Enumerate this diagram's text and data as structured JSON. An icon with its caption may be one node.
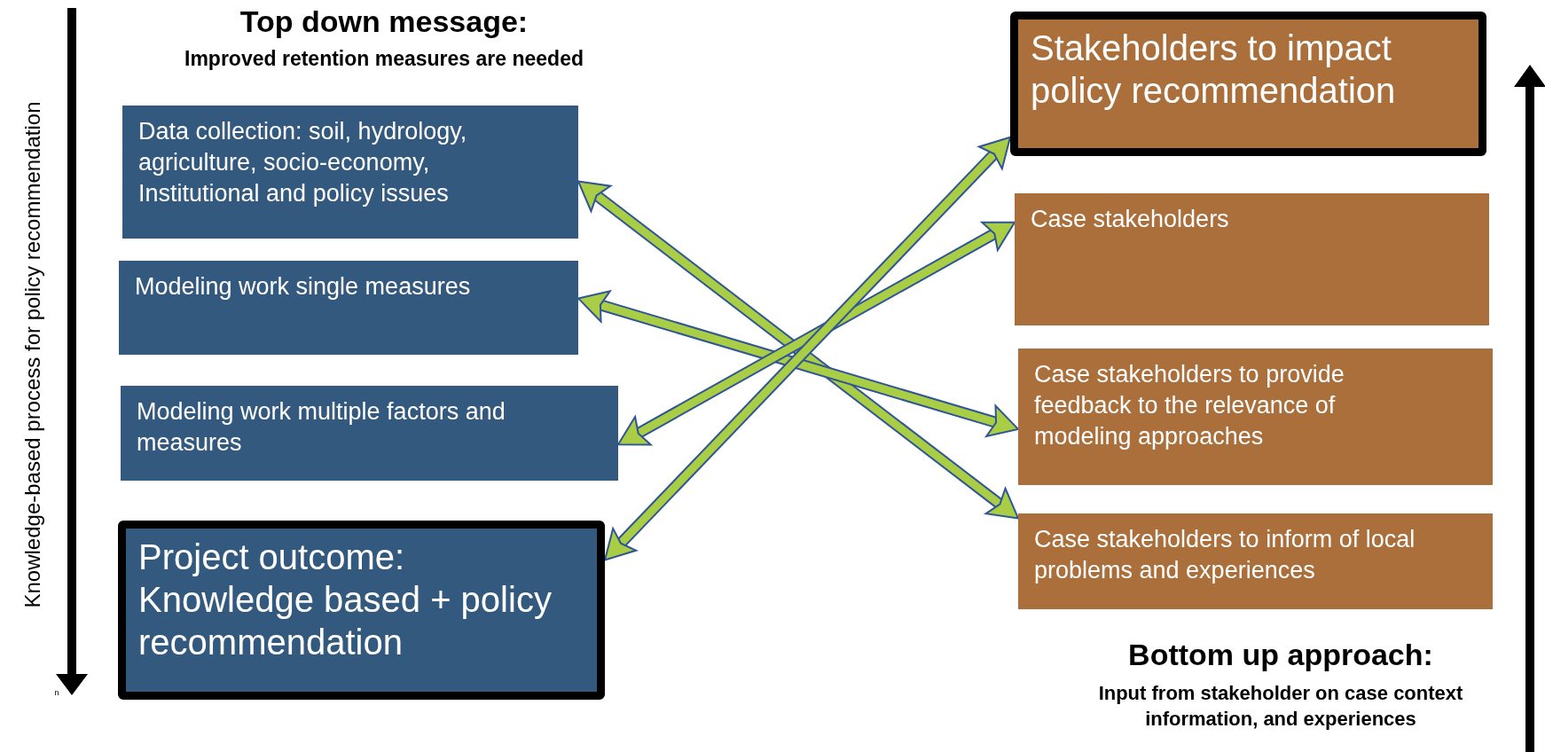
{
  "diagram": {
    "nodes": [
      {
        "text": [
          "Data collection: soil, hydrology, agriculture, socio-economy, Institutional and policy issues"
        ]
      },
      {
        "text": [
          "Modeling work single measures"
        ]
      },
      {
        "text": [
          "Modeling work multiple factors and measures"
        ]
      },
      {
        "text": [
          "Project outcome: Knowledge based + policy recommendation"
        ]
      },
      {
        "text": [
          "Stakeholders to impact policy recommendation"
        ]
      },
      {
        "text": [
          "Case stakeholders"
        ]
      },
      {
        "text": [
          "Case stakeholders to provide feedback to the relevance of modeling approaches"
        ]
      },
      {
        "text": [
          "Case stakeholders to inform of local problems and experiences"
        ]
      }
    ],
    "edges": [
      {
        "from": 0,
        "to": 7,
        "arrow": "both"
      },
      {
        "from": 1,
        "to": 6,
        "arrow": "both"
      },
      {
        "from": 2,
        "to": 5,
        "arrow": "both"
      },
      {
        "from": 3,
        "to": 4,
        "arrow": "both"
      }
    ],
    "labels": [
      "Knowledge-based process for policy recommendation",
      "Top down message:",
      "Improved retention measures are needed",
      "n",
      "Bottom up approach:",
      "Input from stakeholder on case context information, and experiences"
    ]
  }
}
